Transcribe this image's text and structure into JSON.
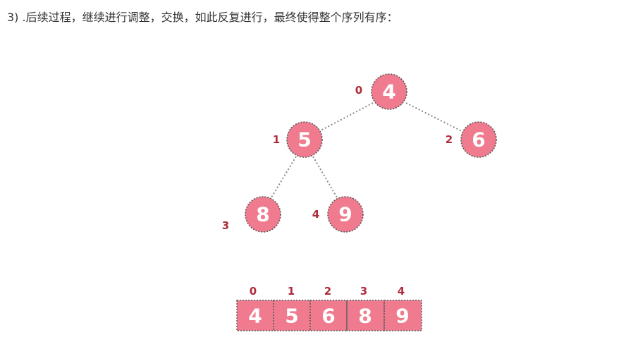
{
  "heading": "3) .后续过程，继续进行调整，交换，如此反复进行，最终使得整个序列有序：",
  "tree": {
    "nodes": [
      {
        "index": "0",
        "value": "4"
      },
      {
        "index": "1",
        "value": "5"
      },
      {
        "index": "2",
        "value": "6"
      },
      {
        "index": "3",
        "value": "8"
      },
      {
        "index": "4",
        "value": "9"
      }
    ]
  },
  "array": {
    "cells": [
      {
        "index": "0",
        "value": "4"
      },
      {
        "index": "1",
        "value": "5"
      },
      {
        "index": "2",
        "value": "6"
      },
      {
        "index": "3",
        "value": "8"
      },
      {
        "index": "4",
        "value": "9"
      }
    ]
  },
  "colors": {
    "node_fill": "#f07a8e",
    "index_label": "#b02a3a",
    "edge": "#8a8a8a"
  }
}
